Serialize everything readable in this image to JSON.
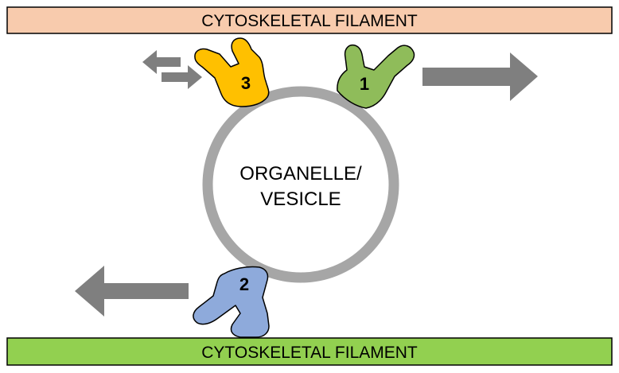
{
  "filaments": {
    "top": {
      "label": "CYTOSKELETAL FILAMENT",
      "color": "#f8cbad",
      "border": "#000000"
    },
    "bottom": {
      "label": "CYTOSKELETAL FILAMENT",
      "color": "#92d050",
      "border": "#000000"
    }
  },
  "organelle": {
    "line1": "ORGANELLE/",
    "line2": "VESICLE",
    "ring_color": "#a6a6a6"
  },
  "motors": [
    {
      "id": "motor-1",
      "number": "1",
      "color": "#8fbc5a",
      "direction": "right"
    },
    {
      "id": "motor-2",
      "number": "2",
      "color": "#8eaadb",
      "direction": "left"
    },
    {
      "id": "motor-3",
      "number": "3",
      "color": "#ffc000",
      "direction": "bidirectional"
    }
  ],
  "colors": {
    "arrow": "#7f7f7f",
    "outline": "#000000"
  }
}
